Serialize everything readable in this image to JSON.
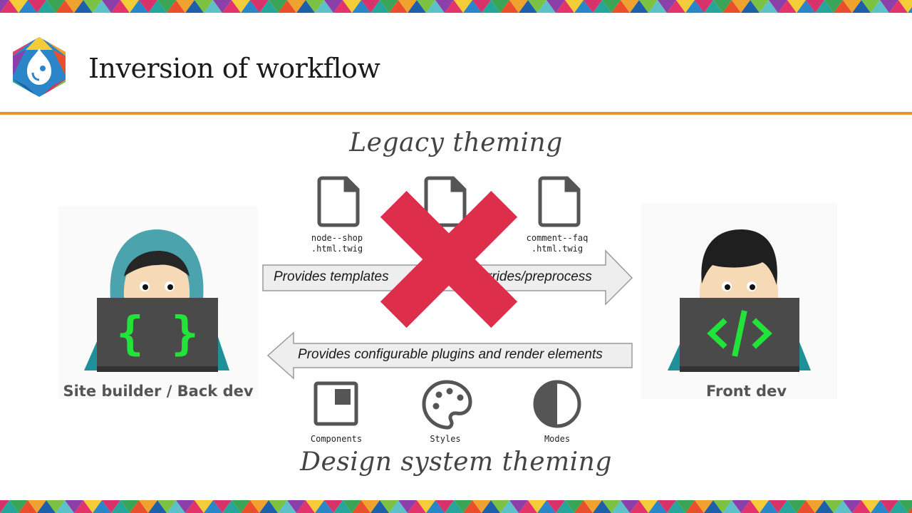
{
  "slide": {
    "title": "Inversion of workflow",
    "legacy_label": "Legacy theming",
    "design_label": "Design system theming"
  },
  "files": [
    {
      "icon": "file-icon",
      "label": "node--shop\n.html.twig"
    },
    {
      "icon": "file-icon",
      "label": ""
    },
    {
      "icon": "file-icon",
      "label": "comment--faq\n.html.twig"
    }
  ],
  "arrows": {
    "right": "Provides templates",
    "right_tail": "rrides/preprocess",
    "left": "Provides configurable plugins and render elements"
  },
  "roles": {
    "left": "Site builder / Back dev",
    "right": "Front dev"
  },
  "design_items": [
    {
      "icon": "component-icon",
      "label": "Components"
    },
    {
      "icon": "palette-icon",
      "label": "Styles"
    },
    {
      "icon": "contrast-icon",
      "label": "Modes"
    }
  ],
  "colors": {
    "accent_rule": "#e8962c",
    "cross": "#dd2e4b",
    "code_green": "#22e33a",
    "laptop": "#4a4a4a",
    "hijab": "#4aa3ad"
  }
}
